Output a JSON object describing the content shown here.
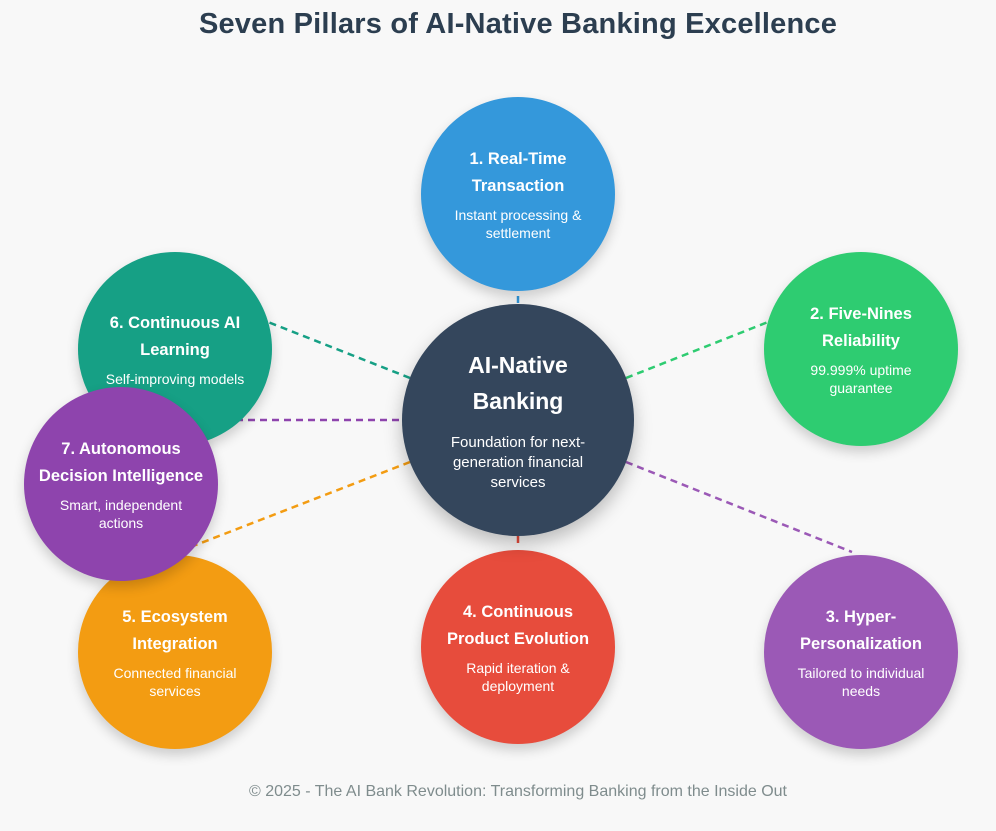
{
  "title": "Seven Pillars of AI-Native Banking Excellence",
  "center": {
    "title": "AI-Native Banking",
    "description": "Foundation for next-generation financial services",
    "color": "#34465c"
  },
  "pillars": [
    {
      "title": "1. Real-Time Transaction",
      "description": "Instant processing & settlement",
      "color": "#3498db"
    },
    {
      "title": "2. Five-Nines Reliability",
      "description": "99.999% uptime guarantee",
      "color": "#2ecc71"
    },
    {
      "title": "3. Hyper-Personalization",
      "description": "Tailored to individual needs",
      "color": "#9b59b6"
    },
    {
      "title": "4. Continuous Product Evolution",
      "description": "Rapid iteration & deployment",
      "color": "#e74c3c"
    },
    {
      "title": "5. Ecosystem Integration",
      "description": "Connected financial services",
      "color": "#f39c12"
    },
    {
      "title": "6. Continuous AI Learning",
      "description": "Self-improving models",
      "color": "#16a085"
    },
    {
      "title": "7. Autonomous Decision Intelligence",
      "description": "Smart, independent actions",
      "color": "#8e44ad"
    }
  ],
  "footer": "© 2025 - The AI Bank Revolution: Transforming Banking from the Inside Out"
}
